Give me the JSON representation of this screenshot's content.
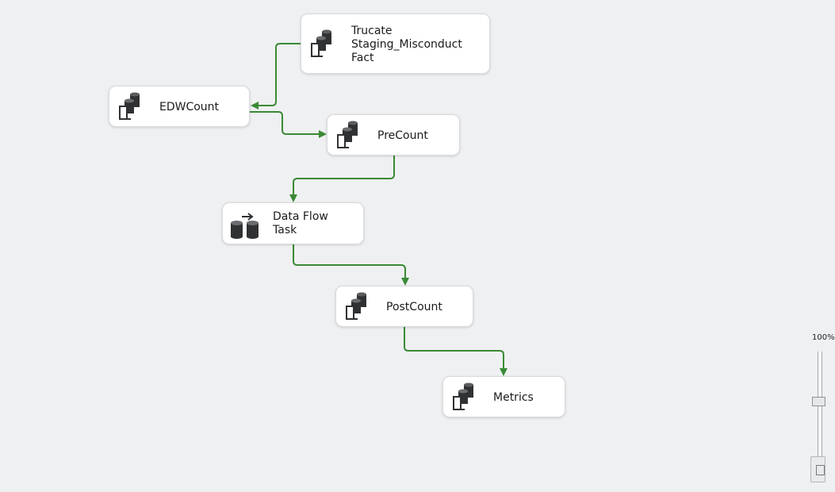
{
  "tasks": {
    "trunc": {
      "label": "Trucate\nStaging_Misconduct\nFact",
      "icon": "execute-sql-task-icon"
    },
    "edw": {
      "label": "EDWCount",
      "icon": "execute-sql-task-icon"
    },
    "pre": {
      "label": "PreCount",
      "icon": "execute-sql-task-icon"
    },
    "dft": {
      "label": "Data Flow\nTask",
      "icon": "data-flow-task-icon"
    },
    "post": {
      "label": "PostCount",
      "icon": "execute-sql-task-icon"
    },
    "met": {
      "label": "Metrics",
      "icon": "execute-sql-task-icon"
    }
  },
  "connector_color": "#3a8a36",
  "zoom": {
    "label": "100%"
  }
}
